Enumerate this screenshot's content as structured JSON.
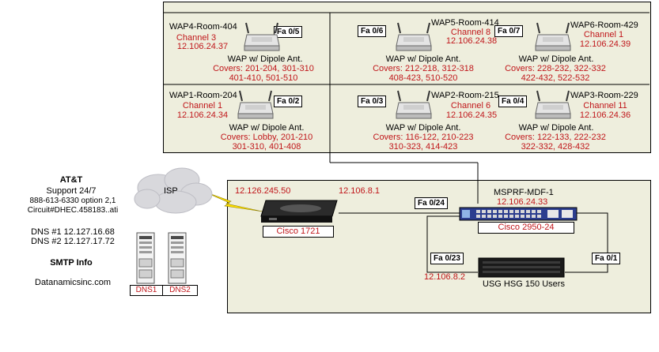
{
  "colors": {
    "background": "#eeeedd",
    "accent_text": "#c0161a",
    "serial_link": "#ffe000"
  },
  "waps": [
    {
      "name": "WAP4-Room-404",
      "channel": "Channel 3",
      "ip": "12.106.24.37",
      "port": "Fa 0/5",
      "device": "WAP w/ Dipole Ant.",
      "covers1": "Covers: 201-204, 301-310",
      "covers2": "401-410, 501-510"
    },
    {
      "name": "WAP5-Room-414",
      "channel": "Channel 8",
      "ip": "12.106.24.38",
      "port": "Fa 0/6",
      "device": "WAP w/ Dipole Ant.",
      "covers1": "Covers: 212-218, 312-318",
      "covers2": "408-423, 510-520"
    },
    {
      "name": "WAP6-Room-429",
      "channel": "Channel 1",
      "ip": "12.106.24.39",
      "port": "Fa 0/7",
      "device": "WAP w/ Dipole Ant.",
      "covers1": "Covers: 228-232, 322-332",
      "covers2": "422-432, 522-532"
    },
    {
      "name": "WAP1-Room-204",
      "channel": "Channel 1",
      "ip": "12.106.24.34",
      "port": "Fa 0/2",
      "device": "WAP w/ Dipole Ant.",
      "covers1": "Covers: Lobby, 201-210",
      "covers2": "301-310, 401-408"
    },
    {
      "name": "WAP2-Room-215",
      "channel": "Channel 6",
      "ip": "12.106.24.35",
      "port": "Fa 0/3",
      "device": "WAP w/ Dipole Ant.",
      "covers1": "Covers: 116-122, 210-223",
      "covers2": "310-323, 414-423"
    },
    {
      "name": "WAP3-Room-229",
      "channel": "Channel 11",
      "ip": "12.106.24.36",
      "port": "Fa 0/4",
      "device": "WAP w/ Dipole Ant.",
      "covers1": "Covers: 122-133, 222-232",
      "covers2": "322-332, 428-432"
    }
  ],
  "isp": {
    "name": "AT&T",
    "support": "Support  24/7",
    "phone": "888-613-6330 option 2,1",
    "circuit": "Circuit#DHEC.458183..ati",
    "dns1": "DNS #1 12.127.16.68",
    "dns2": "DNS #2 12.127.17.72",
    "smtp_title": "SMTP Info",
    "smtp_host": "Datanamicsinc.com",
    "cloud_label": "ISP"
  },
  "dns_servers": [
    "DNS1",
    "DNS2"
  ],
  "router": {
    "label": "Cisco 1721",
    "wan_ip": "12.126.245.50",
    "lan_ip": "12.106.8.1"
  },
  "switch": {
    "name": "MSPRF-MDF-1",
    "ip": "12.106.24.33",
    "label": "Cisco 2950-24",
    "uplink_port": "Fa 0/24",
    "port_a": "Fa 0/23",
    "port_b": "Fa 0/1"
  },
  "usg": {
    "label": "USG HSG 150 Users",
    "ip": "12.106.8.2"
  }
}
